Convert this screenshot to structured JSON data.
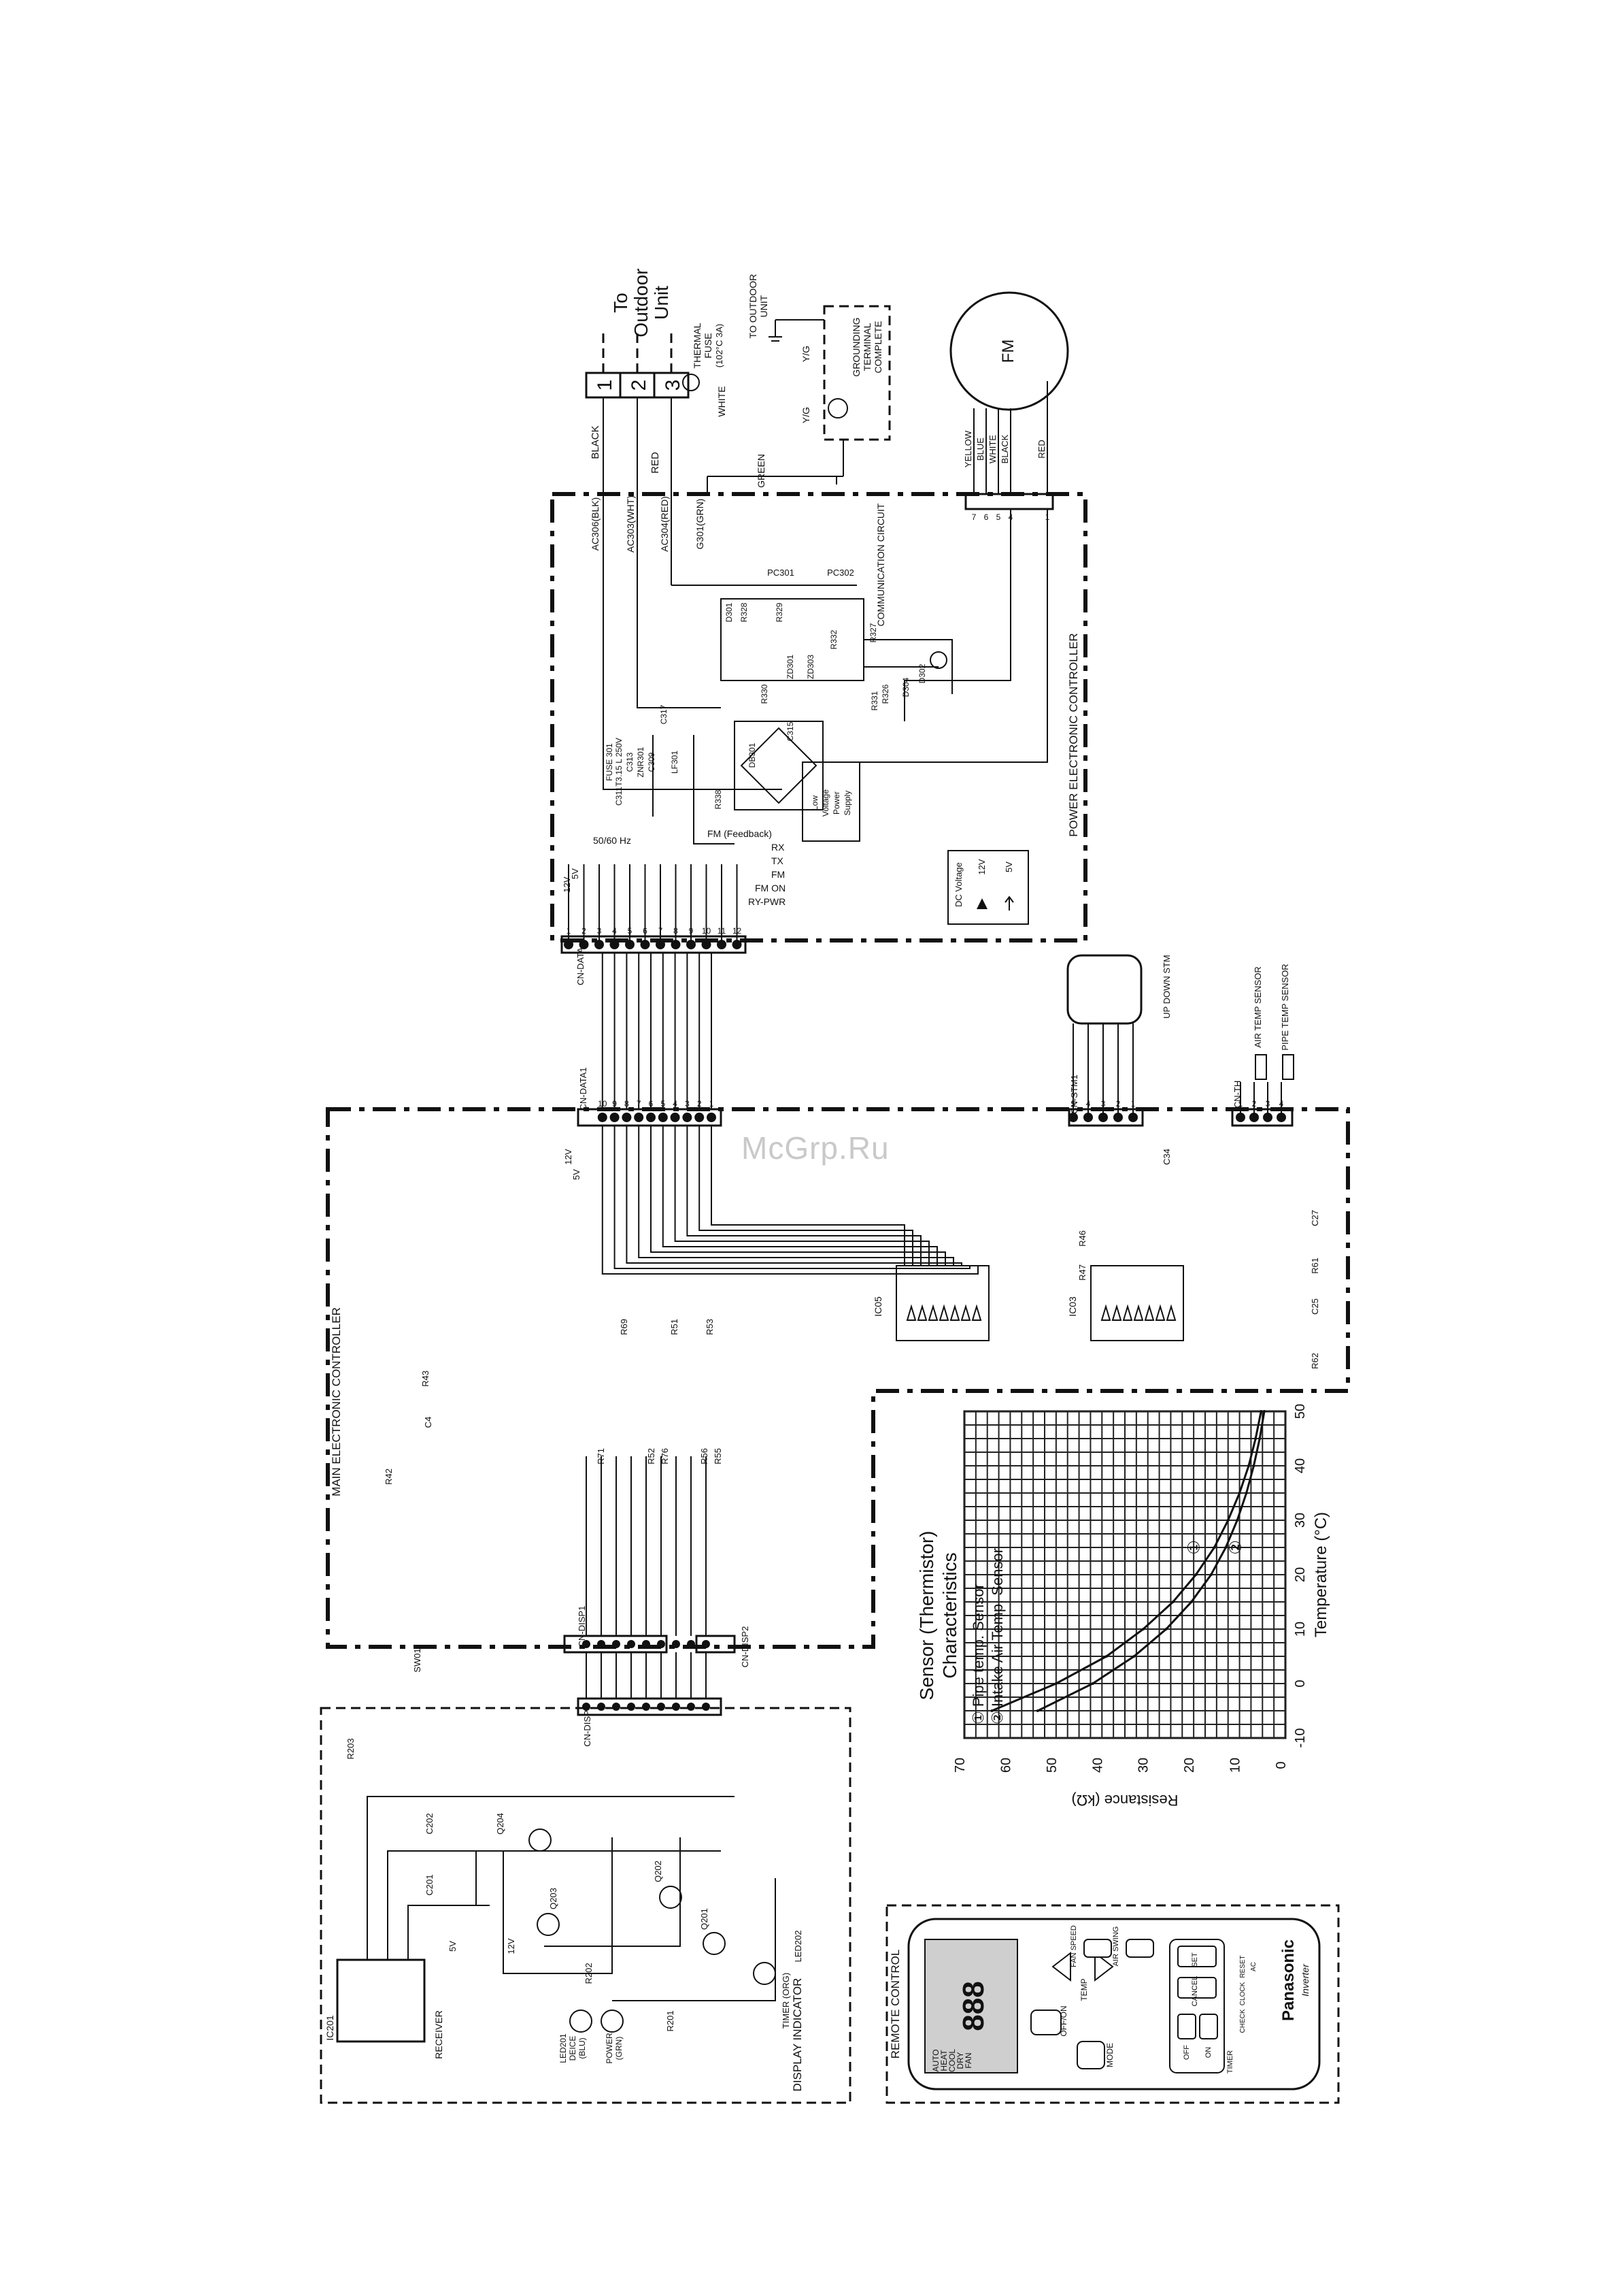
{
  "watermark": "McGrp.Ru",
  "blocks": {
    "power": "POWER ELECTRONIC CONTROLLER",
    "main": "MAIN ELECTRONIC CONTROLLER",
    "display": "DISPLAY INDICATOR",
    "remote": "REMOTE CONTROL",
    "comm": "COMMUNICATION CIRCUIT",
    "lvps": [
      "Low",
      "Voltage",
      "Power",
      "Supply"
    ]
  },
  "outdoor": {
    "to": "To",
    "outdoor": "Outdoor",
    "unit": "Unit",
    "terminals": [
      "1",
      "2",
      "3"
    ],
    "fuse": [
      "THERMAL",
      "FUSE",
      "(102°C 3A)"
    ],
    "white": "WHITE",
    "to_outdoor_unit": [
      "TO OUTDOOR",
      "UNIT"
    ],
    "grounding": [
      "GROUNDING",
      "TERMINAL",
      "COMPLETE"
    ],
    "yg": "Y/G",
    "green": "GREEN",
    "wire_black": "BLACK",
    "wire_red": "RED"
  },
  "power_terms": [
    "AC306(BLK)",
    "AC303(WHT)",
    "AC304(RED)",
    "G301(GRN)"
  ],
  "power_parts": [
    "FUSE 301",
    "T3.15 L 250V",
    "C313",
    "ZNR301",
    "C309",
    "LF301",
    "C311",
    "C317",
    "DB301",
    "C315",
    "R338",
    "R328",
    "R329",
    "R330",
    "R331",
    "R332",
    "R326",
    "R327",
    "D301",
    "D302",
    "ZD301",
    "ZD303",
    "D304",
    "PC301",
    "PC302"
  ],
  "fan_motor": {
    "label": "FM",
    "wires": [
      "YELLOW",
      "BLUE",
      "WHITE",
      "BLACK",
      "RED"
    ],
    "pins": [
      "7",
      "6",
      "5",
      "4",
      "1"
    ]
  },
  "cn_data": {
    "name_a": "CN-DATA",
    "name_b": "CN-DATA1",
    "pins": [
      "1",
      "2",
      "3",
      "4",
      "5",
      "6",
      "7",
      "8",
      "9",
      "10",
      "11",
      "12"
    ],
    "hz": "50/60 Hz",
    "fm_feedback": "FM (Feedback)",
    "signals": [
      "RX",
      "TX",
      "FM",
      "FM ON",
      "RY-PWR"
    ],
    "v12": "12V",
    "v5": "5V"
  },
  "dc_voltage": {
    "title": "DC Voltage",
    "v12": "12V",
    "v5": "5V"
  },
  "stm": {
    "connector": "CN-STM1",
    "label": "UP DOWN STM",
    "pins": [
      "5",
      "4",
      "3",
      "2",
      "1"
    ]
  },
  "th": {
    "connector": "CN-TH",
    "air": "AIR TEMP SENSOR",
    "pipe": "PIPE TEMP SENSOR",
    "pins": [
      "1",
      "2",
      "3",
      "4"
    ]
  },
  "ics": {
    "ic05": "IC05",
    "ic03": "IC03"
  },
  "main_parts": [
    "R69",
    "R51",
    "R53",
    "R46",
    "R47",
    "C34",
    "C27",
    "C25",
    "R61",
    "R62",
    "R71",
    "R52",
    "R76",
    "R56",
    "R55",
    "R42",
    "R43",
    "C4",
    "SW01"
  ],
  "cn_disp": {
    "disp1": "CN-DISP1",
    "disp2": "CN-DISP2",
    "disp": "CN-DISP"
  },
  "display_parts": {
    "ic201": "IC201",
    "receiver": "RECEIVER",
    "parts": [
      "R203",
      "C202",
      "C201",
      "Q204",
      "Q203",
      "Q202",
      "Q201",
      "R202",
      "R201"
    ],
    "led201": [
      "LED201",
      "DEICE",
      "(BLU)"
    ],
    "power_led": [
      "POWER",
      "(GRN)"
    ],
    "led202": "LED202",
    "timer": "TIMER (ORG)",
    "v5": "5V",
    "v12": "12V"
  },
  "chart_data": {
    "type": "line",
    "title": "Sensor (Thermistor) Characteristics",
    "title_lines": [
      "Sensor (Thermistor)",
      "Characteristics"
    ],
    "xlabel": "Temperature (°C)",
    "ylabel": "Resistance (kΩ)",
    "xlim": [
      -10,
      50
    ],
    "ylim": [
      0,
      70
    ],
    "x_ticks": [
      -10,
      0,
      10,
      20,
      30,
      40,
      50
    ],
    "y_ticks": [
      0,
      10,
      20,
      30,
      40,
      50,
      60,
      70
    ],
    "grid": true,
    "legend": [
      "① Pipe temp. Sensor",
      "② Intake Air Temp. Sensor"
    ],
    "series": [
      {
        "name": "① Pipe temp. Sensor",
        "marker": "①",
        "x": [
          -5,
          0,
          5,
          10,
          15,
          20,
          25,
          30,
          35,
          40,
          45,
          50
        ],
        "y": [
          64,
          50,
          39,
          31,
          24.5,
          19.5,
          15.5,
          12.5,
          10,
          8,
          6.5,
          5.3
        ]
      },
      {
        "name": "② Intake Air Temp. Sensor",
        "marker": "②",
        "x": [
          -5,
          0,
          5,
          10,
          15,
          20,
          25,
          30,
          35,
          40,
          45,
          50
        ],
        "y": [
          54,
          42,
          33,
          26,
          20.5,
          16.2,
          13,
          10.5,
          8.5,
          6.9,
          5.6,
          4.6
        ]
      }
    ]
  },
  "remote": {
    "brand": "Panasonic",
    "model": "Inverter",
    "buttons": [
      "OFF/ON",
      "MODE",
      "TEMP",
      "FAN SPEED",
      "AIR SWING",
      "SET",
      "CANCEL",
      "OFF",
      "ON",
      "TIMER",
      "CHECK",
      "CLOCK",
      "RESET",
      "AC"
    ],
    "display": [
      "888",
      "AUTO",
      "HEAT",
      "COOL",
      "DRY",
      "FAN"
    ]
  },
  "colors": {
    "line": "#111111",
    "paper": "#ffffff",
    "watermark": "#c9c9c9"
  }
}
